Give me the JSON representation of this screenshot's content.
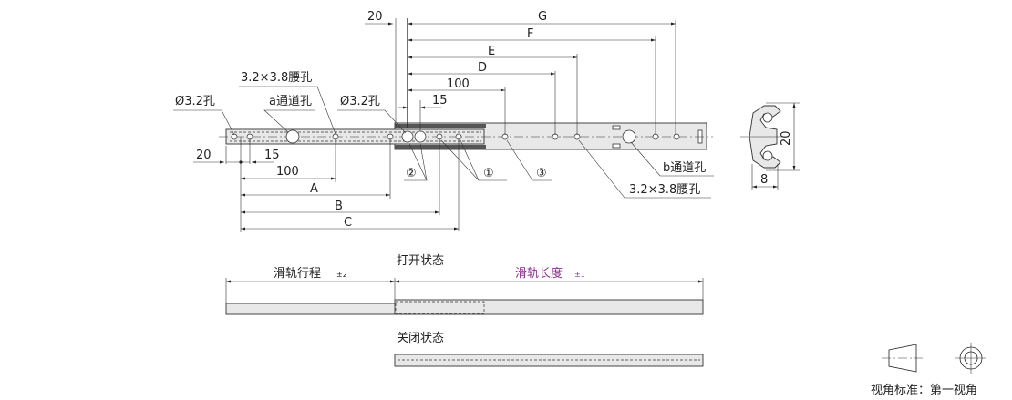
{
  "top_view": {
    "dims_top": {
      "offset_20": "20",
      "G": "G",
      "F": "F",
      "E": "E",
      "D": "D",
      "d100": "100",
      "d15": "15"
    },
    "dims_bottom": {
      "offset_20": "20",
      "d15": "15",
      "d100": "100",
      "A": "A",
      "B": "B",
      "C": "C"
    },
    "labels": {
      "hole_left": "Ø3.2孔",
      "a_hole": "a通道孔",
      "slot_left": "3.2×3.8腰孔",
      "hole_mid": "Ø3.2孔",
      "mark2": "②",
      "mark1": "①",
      "mark3": "③",
      "b_hole": "b通道孔",
      "slot_right": "3.2×3.8腰孔"
    }
  },
  "profile": {
    "height": "20",
    "width": "8"
  },
  "states": {
    "open_label": "打开状态",
    "stroke_label": "滑轨行程",
    "stroke_tol": "±2",
    "length_label": "滑轨长度",
    "length_tol": "±1",
    "closed_label": "关闭状态",
    "accent": "#8b2f8f"
  },
  "projection": {
    "label": "视角标准：第一视角"
  }
}
